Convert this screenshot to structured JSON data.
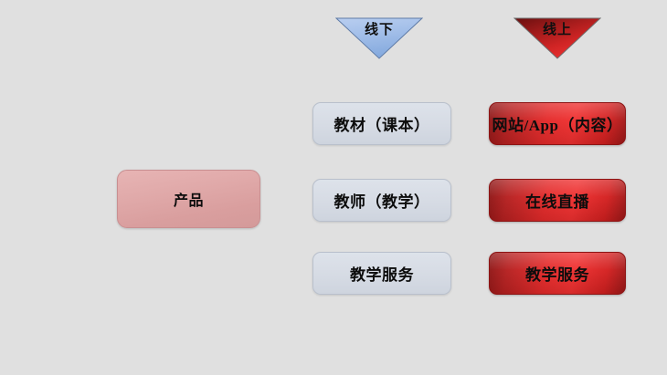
{
  "diagram": {
    "background_color": "#e0e0e0",
    "headers": [
      {
        "id": "offline",
        "label": "线下",
        "shape": "down-triangle",
        "fill_top": "#a8c2e8",
        "fill_bottom": "#8fb3e2"
      },
      {
        "id": "online",
        "label": "线上",
        "shape": "down-triangle",
        "fill_top": "#7a1212",
        "fill_bottom": "#e52b2b"
      }
    ],
    "root": {
      "label": "产品",
      "fill": "#e0a9a9"
    },
    "columns": [
      {
        "id": "offline",
        "accent": "#d6dbe4",
        "items": [
          {
            "label": "教材（课本）"
          },
          {
            "label": "教师（教学）"
          },
          {
            "label": "教学服务"
          }
        ]
      },
      {
        "id": "online",
        "accent": "#e42a2a",
        "items": [
          {
            "label": "网站/App（内容）"
          },
          {
            "label": "在线直播"
          },
          {
            "label": "教学服务"
          }
        ]
      }
    ]
  }
}
